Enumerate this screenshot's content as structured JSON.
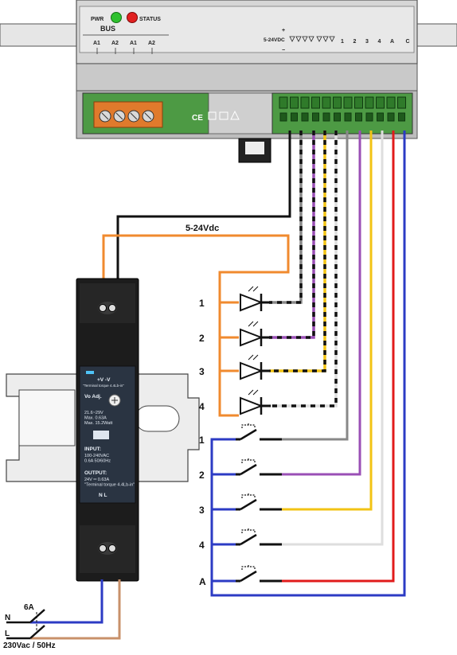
{
  "module": {
    "pwr_label": "PWR",
    "status_label": "STATUS",
    "bus_label": "BUS",
    "bus_terminals": [
      "A1",
      "A2",
      "A1",
      "A2"
    ],
    "supply_label": "5-24VDC",
    "input_terminals": [
      "1",
      "2",
      "3",
      "4",
      "A",
      "C"
    ],
    "plus_sign": "+",
    "minus_sign": "−",
    "ce_mark": "CE",
    "colors": {
      "housing": "#d6d6d6",
      "plate": "#4d9a44",
      "bus_connector": "#e07a2c",
      "terminal_block": "#2f7a2a",
      "pwr_led": "#2ec12e",
      "status_led": "#e12020"
    }
  },
  "wiring": {
    "supply_wire_label": "5-24Vdc",
    "led_labels": [
      "1",
      "2",
      "3",
      "4"
    ],
    "switch_labels": [
      "1",
      "2",
      "3",
      "4",
      "A"
    ],
    "colors": {
      "grey": "#888888",
      "purple": "#9a4fb5",
      "yellow": "#f2c314",
      "white": "#dedede",
      "red": "#e11b1b",
      "blue": "#2c3bc4",
      "orange": "#f08a2e",
      "black": "#111111",
      "brown": "#c8906a"
    }
  },
  "power_supply": {
    "terminal_top": "+V  -V",
    "terminal_note": "\"Terminal torque 4.4Lb-in\"",
    "adj_label": "Vo Adj.",
    "spec_lines": [
      "21.6~29V",
      "Max. 0.63A",
      "Max. 15.2Watt"
    ],
    "input_title": "INPUT:",
    "input_lines": [
      "100-240VAC",
      "0.6A    50/60Hz"
    ],
    "output_title": "OUTPUT:",
    "output_lines": [
      "24V ═ 0.63A",
      "\"Terminal torque 4.4Lb-in\""
    ],
    "bottom_terminals": "N    L"
  },
  "mains": {
    "breaker_rating": "6A",
    "neutral_label": "N",
    "line_label": "L",
    "supply_label": "230Vac / 50Hz"
  }
}
